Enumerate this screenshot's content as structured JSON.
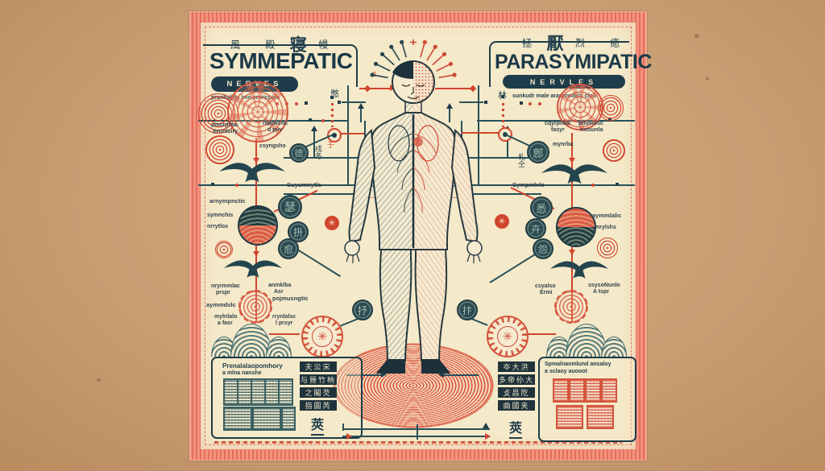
{
  "colors": {
    "background": "#c89e73",
    "panel": "#f4e9c9",
    "border_pink": "#ef8a77",
    "ink_navy": "#1e3c4a",
    "accent_red": "#d1452f",
    "seal_teal": "#3d6b6e"
  },
  "header_left": {
    "cjk_a": "風 殿",
    "cjk_big": "寝",
    "cjk_b": "幔",
    "title": "SYMMEPATIC",
    "pill": "NERVES",
    "subtitle": "prankqlidy lmo srericpios"
  },
  "header_right": {
    "cjk_a": "拯",
    "cjk_big": "厭",
    "cjk_b": "烈 癒",
    "title": "PARASYMIPATIC",
    "pill": "NERVLES",
    "subtitle": "sunkudr male araniowakly cinu"
  },
  "labels": {
    "k1": "pmcrplisa",
    "k2": "avuntsiry",
    "k3": "rqankchc",
    "k4": "d pvv",
    "k5": "csyngsho",
    "k6": "Suyumnytla",
    "k7": "arnympnctic",
    "k8": "symnchis",
    "k9": "nrrytlos",
    "k10": "nryrmmlac",
    "k11": "prspr",
    "k12": "anmklba",
    "k13": "Asr",
    "k14": "aymmdslc",
    "k15": "pojmusngtic",
    "k16": "mylnlalo",
    "k17": "a fasr",
    "k18": "rrynlalsc",
    "k19": "l prsyr",
    "r1": "cqyrpnka",
    "r2": "fasyr",
    "r3": "pmnlulsc",
    "r4": "extsunla",
    "r5": "mynrba",
    "r6": "Sympmlvlc",
    "r7": "aymmlalic",
    "r8": "mrylshs",
    "r9": "csyalso",
    "r10": "Ermi",
    "r11": "ssysoNunlo",
    "r12": "A tspr"
  },
  "seals": {
    "l1": "瑟",
    "l2": "抍",
    "l3": "愈",
    "l4": "德",
    "r1": "悉",
    "r2": "卉",
    "r3": "怨",
    "r4": "鄎",
    "cl": "抒",
    "cr": "抃"
  },
  "chars": {
    "top_left": "憋",
    "top_right": "林",
    "stack_left": "戍冬",
    "stack_right": "札仝",
    "red_left": "ƶ",
    "node_left": "于",
    "bottom_left": "莢",
    "bottom_right": "莢"
  },
  "box_left": {
    "title1": "Prenalalaopomhory",
    "title2": "a mlna nanshe",
    "bars": [
      "夫㳂宋",
      "与昬竹枘",
      "之鬮芡",
      "指圓芮"
    ]
  },
  "box_right": {
    "title1": "Spmalnaomlund ansaloy",
    "title2": "a sclaoy auooot",
    "bars": [
      "夲大洪",
      "多帝仦大",
      "攴昌阣",
      "曲國夹"
    ]
  }
}
